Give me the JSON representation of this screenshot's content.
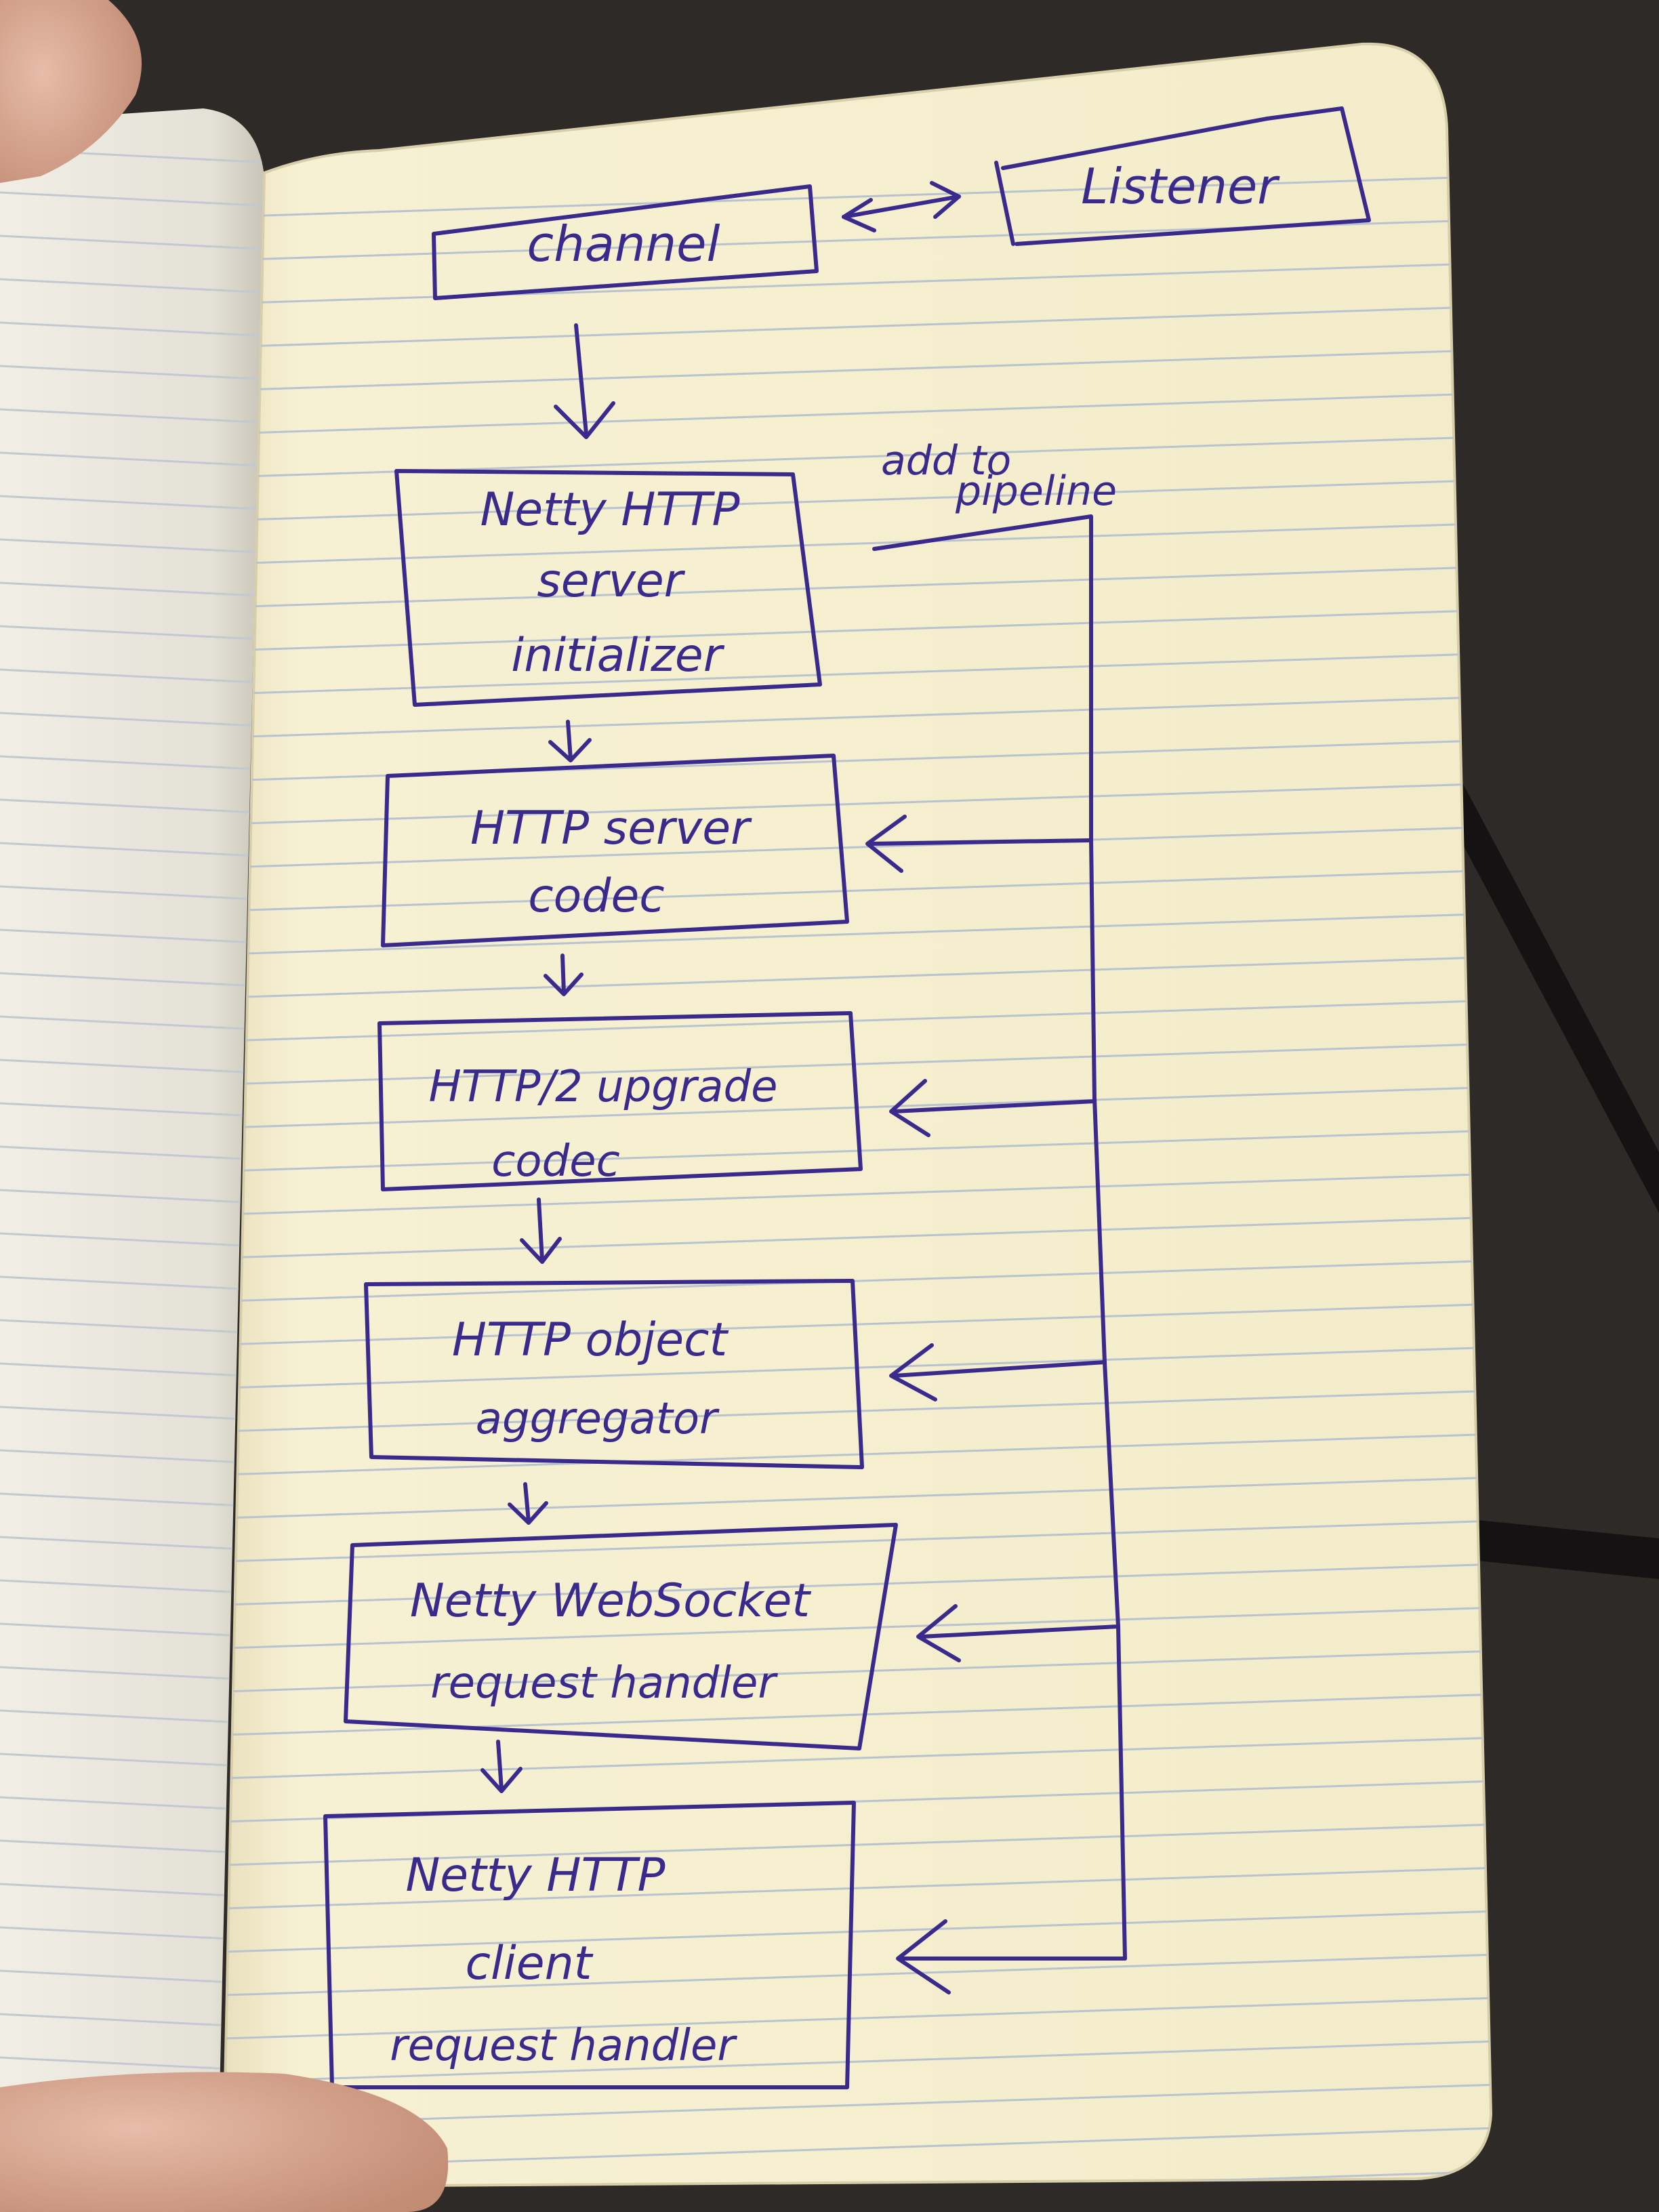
{
  "colors": {
    "ink": "#3a2a8c",
    "paper": "#f5efd0",
    "paper_left": "#e9e6da",
    "rule_line": "#b9c3cf",
    "desk": "#2e2a27",
    "skin": "#d7a892"
  },
  "diagram": {
    "nodes": {
      "channel": "channel",
      "listener": "Listener",
      "initializer": [
        "Netty HTTP",
        "server",
        "initializer"
      ],
      "server_codec": [
        "HTTP server",
        "codec"
      ],
      "upgrade_codec": [
        "HTTP/2 upgrade",
        "codec"
      ],
      "aggregator": [
        "HTTP object",
        "aggregator"
      ],
      "websocket_handler": [
        "Netty WebSocket",
        "request handler"
      ],
      "client_handler": [
        "Netty HTTP",
        "client",
        "request handler"
      ]
    },
    "annotation": [
      "add to",
      "pipeline"
    ]
  }
}
